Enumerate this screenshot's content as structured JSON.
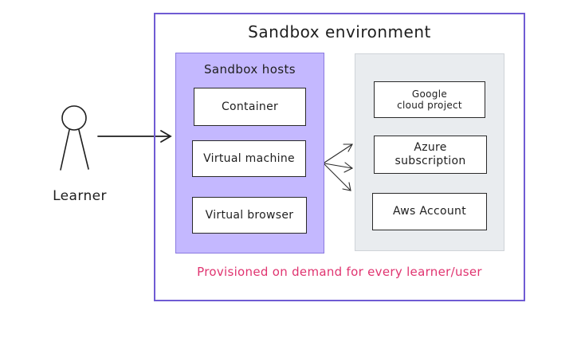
{
  "learner": {
    "label": "Learner"
  },
  "sandbox": {
    "title": "Sandbox environment",
    "hosts": {
      "title": "Sandbox hosts",
      "items": [
        "Container",
        "Virtual machine",
        "Virtual browser"
      ]
    },
    "cloud_targets": [
      "Google\ncloud project",
      "Azure\nsubscription",
      "Aws Account"
    ],
    "caption": "Provisioned on demand for every learner/user"
  },
  "colors": {
    "outer_border": "#6f5bd3",
    "hosts_fill": "#c4b8ff",
    "cloud_panel_fill": "#e9ecef",
    "caption": "#e03470"
  },
  "icons": {
    "learner": "person-icon"
  }
}
